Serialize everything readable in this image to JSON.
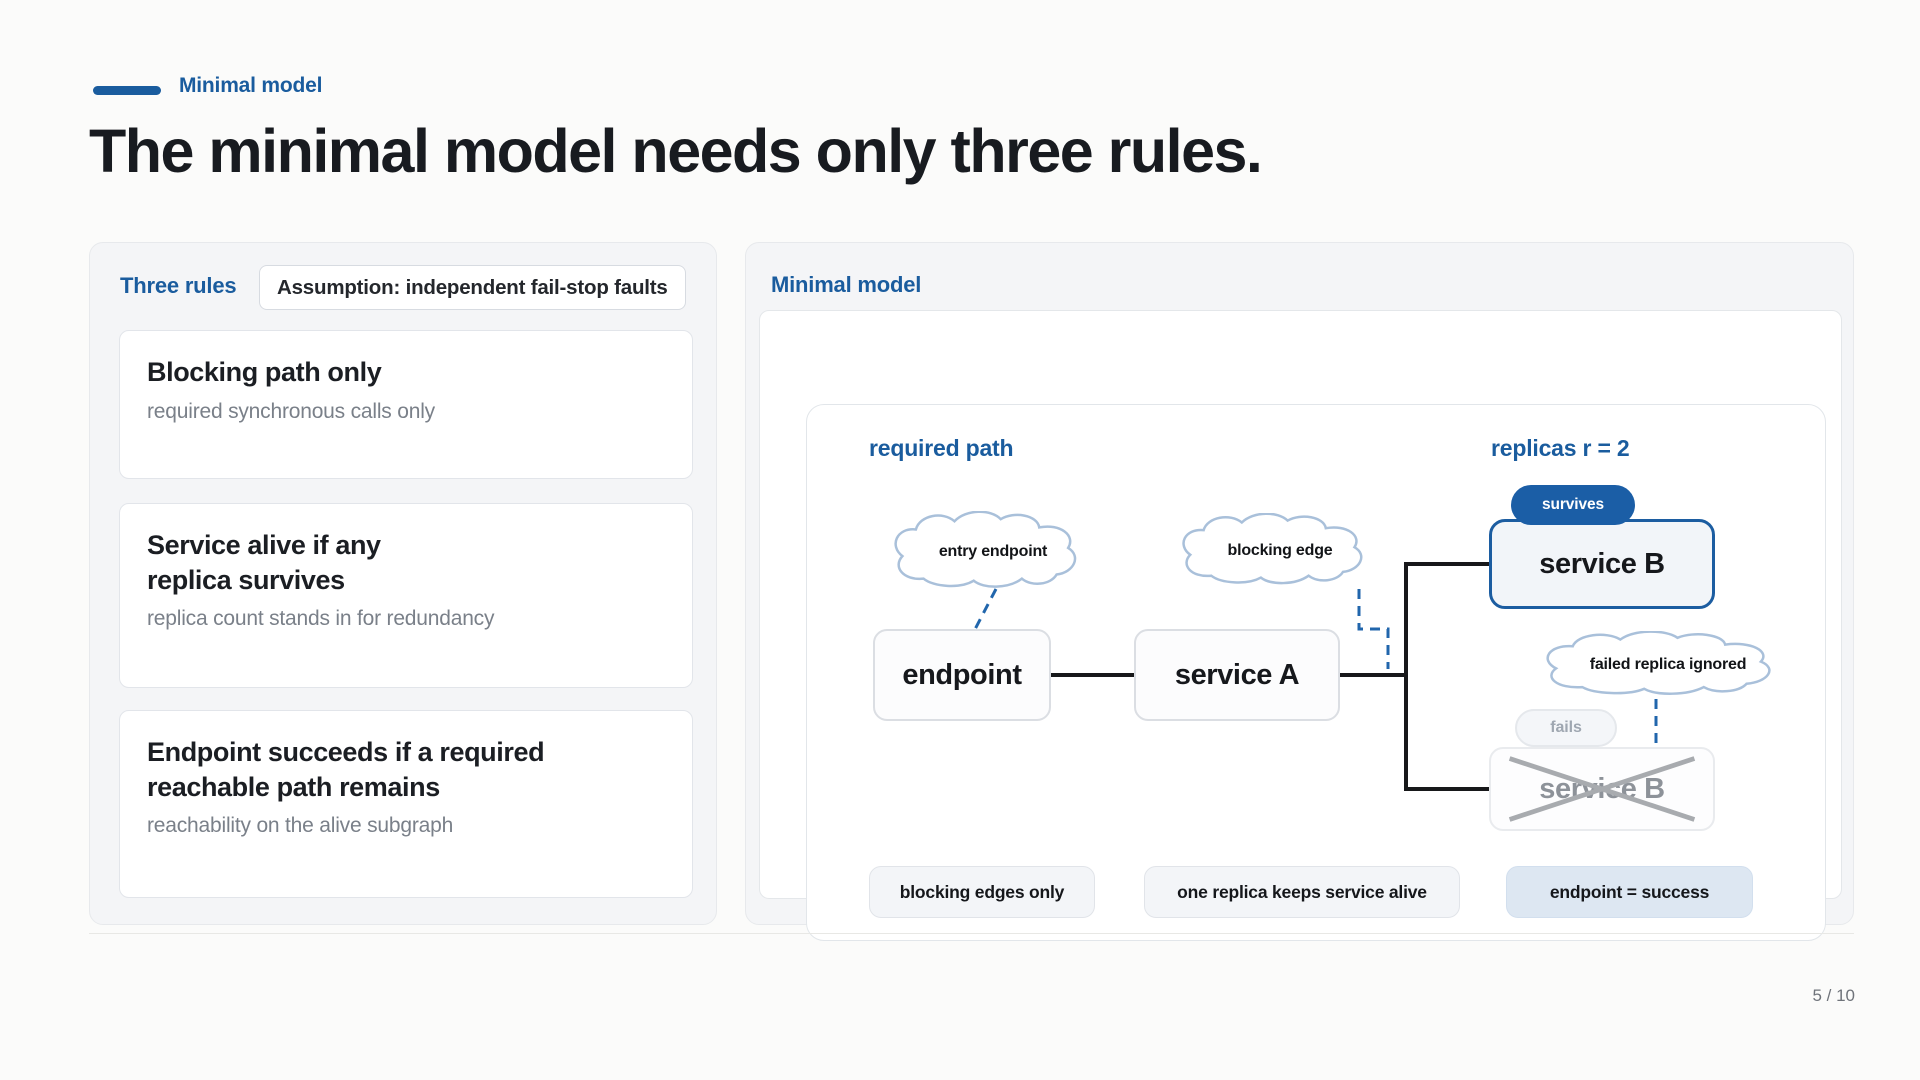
{
  "page": {
    "background": "#fbfbfa"
  },
  "header": {
    "eyebrow": "Minimal model",
    "title": "The minimal model needs only three rules."
  },
  "left_panel": {
    "title": "Three rules",
    "assumption_badge": "Assumption: independent fail-stop faults",
    "rules": [
      {
        "title": "Blocking path only",
        "desc": "required synchronous calls only"
      },
      {
        "title": "Service alive if any\nreplica survives",
        "desc": "replica count stands in for redundancy"
      },
      {
        "title": "Endpoint succeeds if a required\nreachable path remains",
        "desc": "reachability on the alive subgraph"
      }
    ]
  },
  "diagram": {
    "title": "Minimal model",
    "region_labels": {
      "required_path": "required path",
      "replicas": "replicas r = 2"
    },
    "clouds": {
      "entry": "entry endpoint",
      "blocking": "blocking edge",
      "failed": "failed replica ignored"
    },
    "nodes": {
      "endpoint": "endpoint",
      "service_a": "service A",
      "service_b_alive": "service B",
      "service_b_failed": "service B"
    },
    "badges": {
      "survives": "survives",
      "fails": "fails"
    },
    "chips": [
      "blocking edges only",
      "one replica keeps service alive",
      "endpoint = success"
    ],
    "colors": {
      "accent_blue": "#1a5c9e",
      "ink": "#1b1e23",
      "muted_text": "#7a8089",
      "cloud_stroke": "#a9c0da",
      "line_black": "#17181a",
      "dashed_blue": "#2166ac"
    }
  },
  "footer": {
    "page_indicator": "5 / 10"
  }
}
